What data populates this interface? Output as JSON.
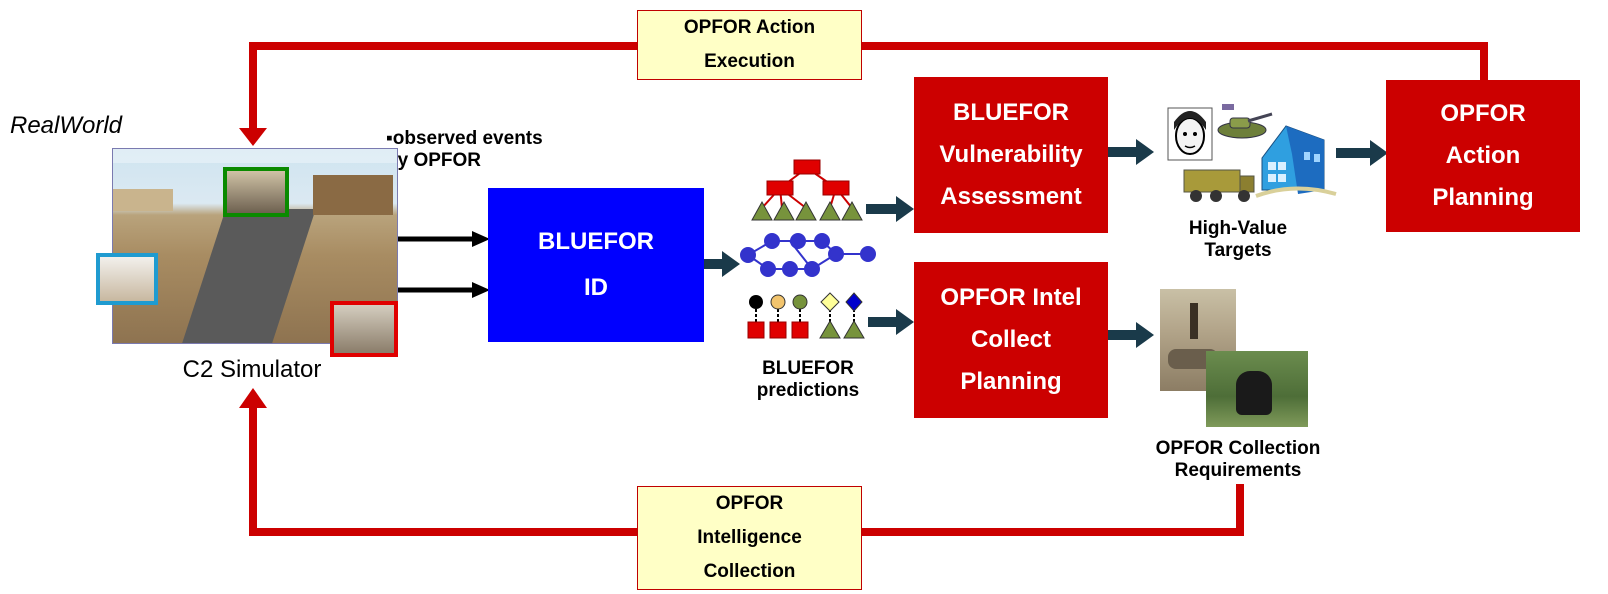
{
  "labels": {
    "real_world": "RealWorld",
    "c2_simulator": "C2 Simulator",
    "observed_events": "▪observed events\nby OPFOR",
    "bluefor_predictions": "BLUEFOR\npredictions",
    "high_value_targets": "High-Value\nTargets",
    "opfor_collection_requirements": "OPFOR Collection\nRequirements"
  },
  "boxes": {
    "opfor_action_execution": "OPFOR Action\nExecution",
    "opfor_intelligence_collection": "OPFOR\nIntelligence\nCollection",
    "bluefor_id": "BLUEFOR\nID",
    "bluefor_vulnerability_assessment": "BLUEFOR\nVulnerability\nAssessment",
    "opfor_intel_collect_planning": "OPFOR Intel\nCollect\nPlanning",
    "opfor_action_planning": "OPFOR\nAction\nPlanning"
  },
  "colors": {
    "loop_red": "#cc0000",
    "box_red": "#cc0000",
    "box_blue": "#0000ff",
    "note_yellow": "#ffffc6",
    "arrow_dark": "#1a3a4a",
    "node_red": "#e00000",
    "node_green": "#77933c",
    "node_blue": "#3333cc"
  },
  "icons": {
    "simulator_screenshot": "road-scene-icon",
    "hvt_person": "face-sketch-icon",
    "hvt_tank": "tank-icon",
    "hvt_building": "office-building-icon",
    "hvt_truck": "military-truck-icon",
    "collection_photo_1": "street-photo-icon",
    "collection_photo_2": "soldier-photo-icon"
  }
}
